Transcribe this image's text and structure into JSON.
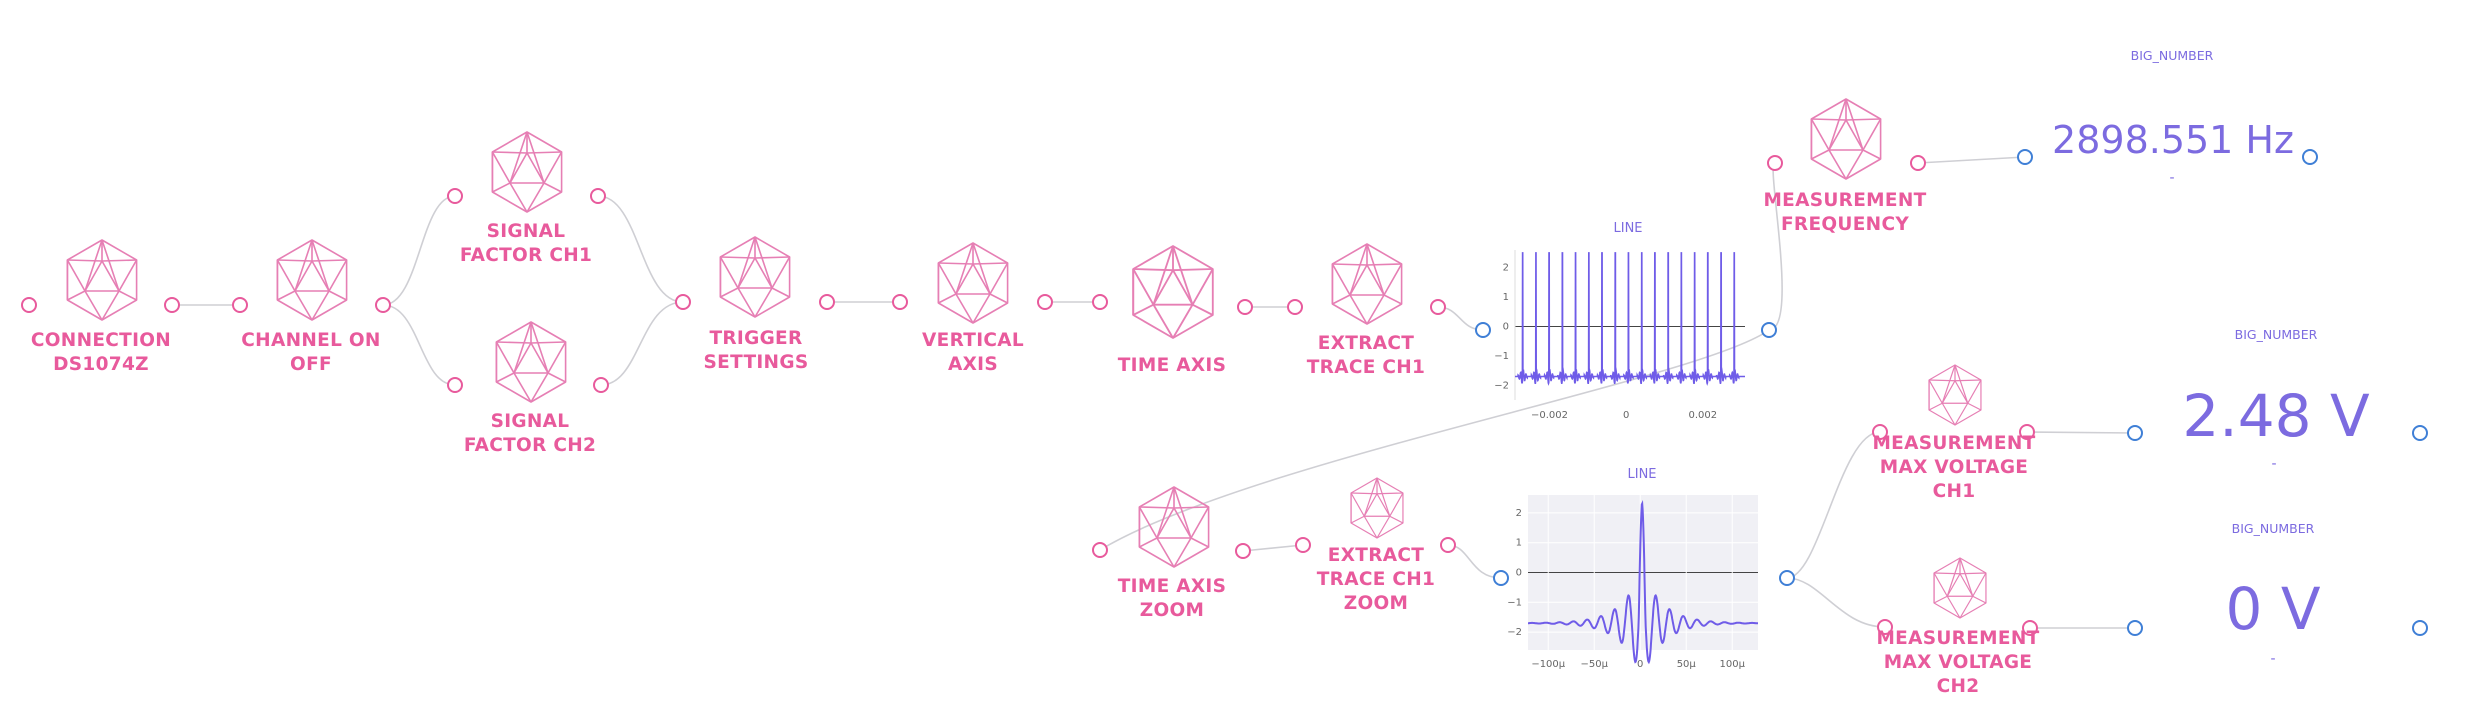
{
  "nodes": {
    "connection": [
      "CONNECTION",
      "DS1074Z"
    ],
    "channel_on_off": [
      "CHANNEL ON",
      "OFF"
    ],
    "signal_factor_ch1": [
      "SIGNAL",
      "FACTOR CH1"
    ],
    "signal_factor_ch2": [
      "SIGNAL",
      "FACTOR CH2"
    ],
    "trigger_settings": [
      "TRIGGER",
      "SETTINGS"
    ],
    "vertical_axis": [
      "VERTICAL",
      "AXIS"
    ],
    "time_axis": [
      "TIME AXIS"
    ],
    "extract_trace_ch1": [
      "EXTRACT",
      "TRACE CH1"
    ],
    "measurement_frequency": [
      "MEASUREMENT",
      "FREQUENCY"
    ],
    "time_axis_zoom": [
      "TIME AXIS",
      "ZOOM"
    ],
    "extract_trace_ch1_zoom": [
      "EXTRACT",
      "TRACE CH1",
      "ZOOM"
    ],
    "measurement_max_voltage_ch1": [
      "MEASUREMENT",
      "MAX VOLTAGE",
      "CH1"
    ],
    "measurement_max_voltage_ch2": [
      "MEASUREMENT",
      "MAX VOLTAGE",
      "CH2"
    ]
  },
  "icon": "icosahedron-icon",
  "colors": {
    "node_label": "#e85a9c",
    "node_icon": "#e67fb4",
    "input_port": "#e85a9c",
    "output_port": "#3f7fd6",
    "wire": "#cfcfd4",
    "trace": "#6f5ce8",
    "big_number": "#7c6be0"
  },
  "big_numbers": {
    "frequency": {
      "title": "BIG_NUMBER",
      "value": "2898.551 Hz",
      "sub": "-"
    },
    "max_voltage_ch1": {
      "title": "BIG_NUMBER",
      "value": "2.48 V",
      "sub": "-"
    },
    "max_voltage_ch2": {
      "title": "BIG_NUMBER",
      "value": "0 V",
      "sub": "-"
    }
  },
  "chart_data": [
    {
      "type": "line",
      "title": "LINE",
      "xlabel": "",
      "ylabel": "",
      "x_ticks": [
        "−0.002",
        "0",
        "0.002"
      ],
      "x_tick_values": [
        -0.002,
        0,
        0.002
      ],
      "y_ticks": [
        "2",
        "1",
        "0",
        "−1",
        "−2"
      ],
      "y_tick_values": [
        2,
        1,
        0,
        -1,
        -2
      ],
      "xlim": [
        -0.0029,
        0.0031
      ],
      "ylim": [
        -2.5,
        2.6
      ],
      "grid": false,
      "series": [
        {
          "signal": "pulse train",
          "baseline": -1.7,
          "pulse_peak": 2.5,
          "pulse_count": 17,
          "first_pulse_x": -0.0027,
          "period": 0.000345,
          "x_range": [
            -0.0029,
            0.0031
          ]
        }
      ]
    },
    {
      "type": "line",
      "title": "LINE",
      "xlabel": "",
      "ylabel": "",
      "x_ticks": [
        "−100μ",
        "−50μ",
        "0",
        "50μ",
        "100μ"
      ],
      "x_tick_values": [
        -100,
        -50,
        0,
        50,
        100
      ],
      "y_ticks": [
        "2",
        "1",
        "0",
        "−1",
        "−2"
      ],
      "y_tick_values": [
        2,
        1,
        0,
        -1,
        -2
      ],
      "xlim": [
        -122,
        128
      ],
      "ylim": [
        -2.6,
        2.6
      ],
      "grid": true,
      "series": [
        {
          "signal": "single pulse with ringing",
          "baseline": -1.7,
          "peak_value": 2.35,
          "peak_x": 2,
          "x_range": [
            -122,
            128
          ]
        }
      ]
    }
  ]
}
